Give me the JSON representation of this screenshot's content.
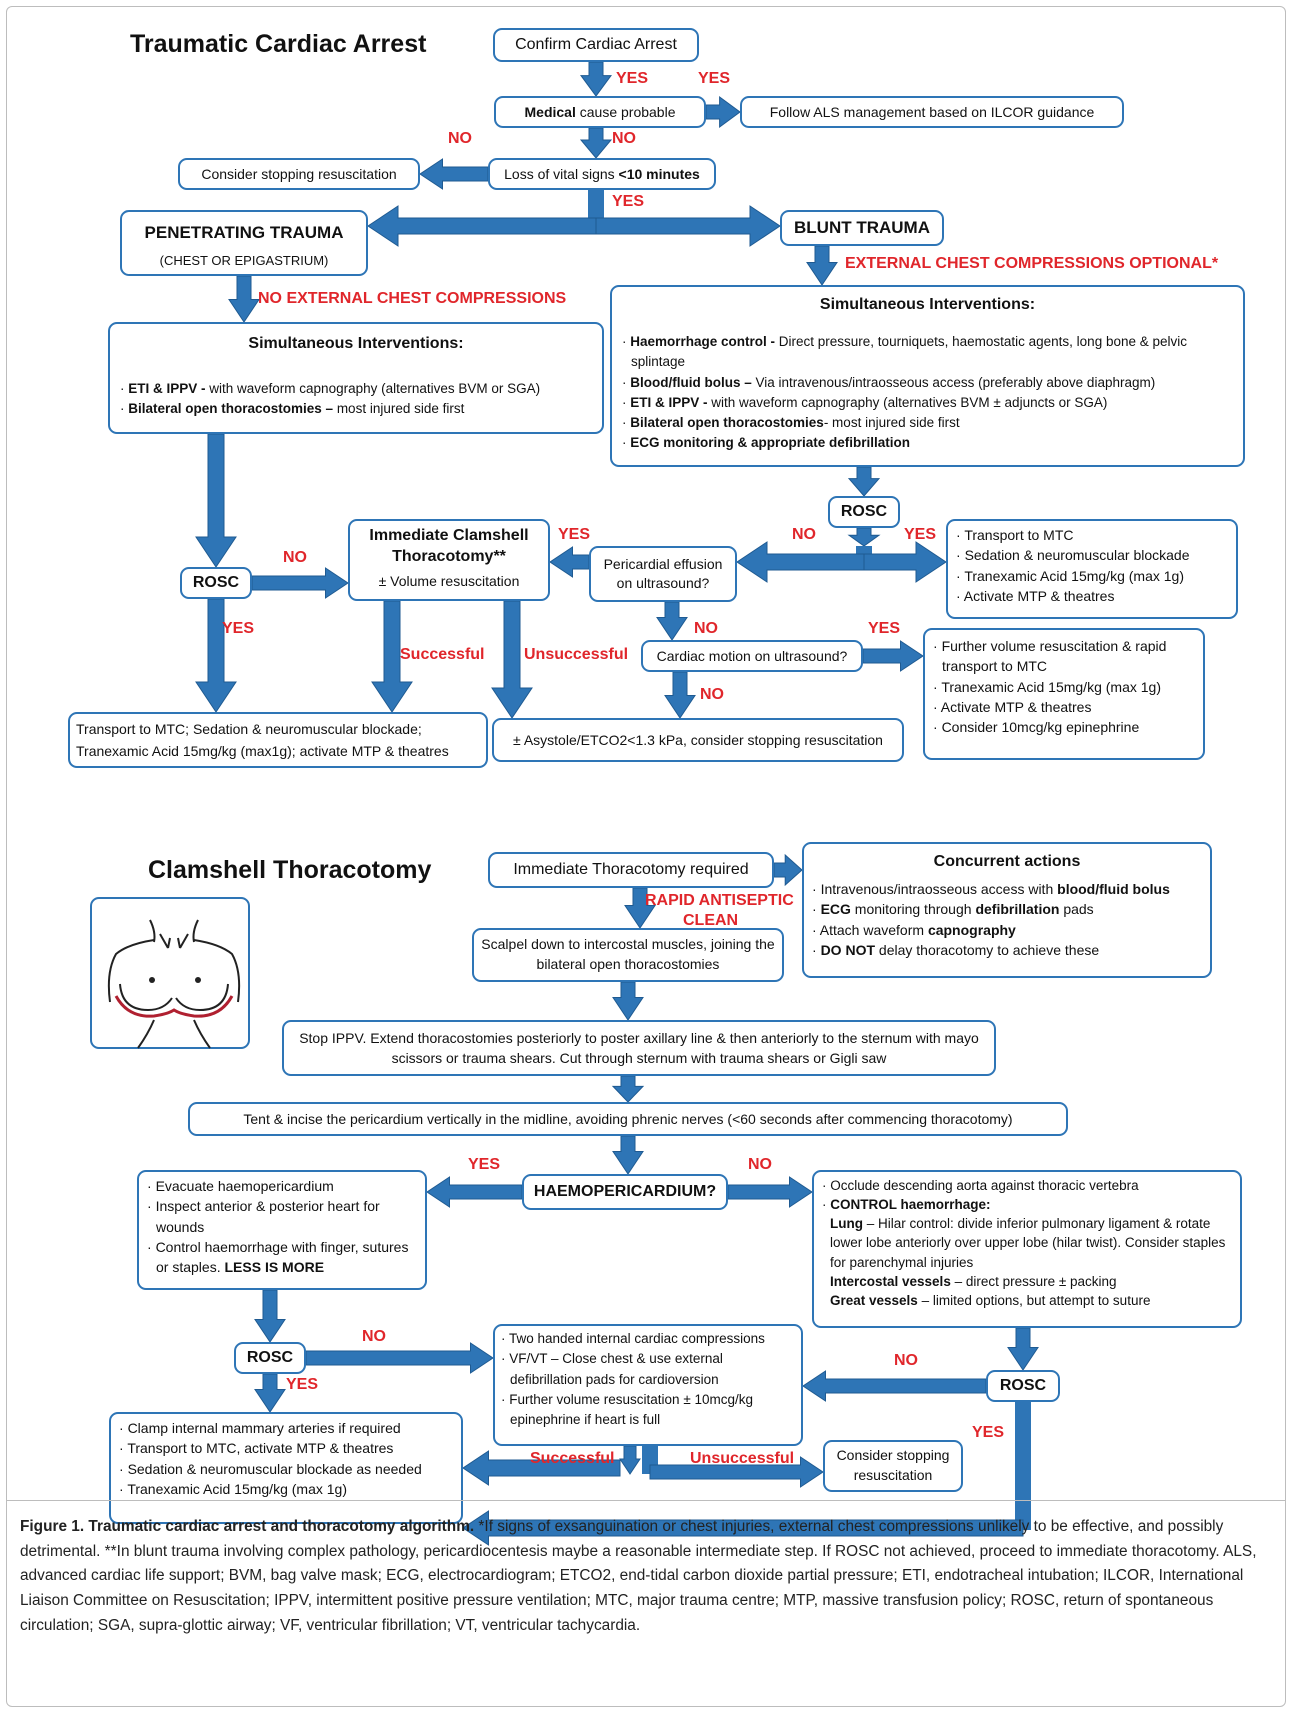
{
  "titles": {
    "arrest": "Traumatic Cardiac Arrest",
    "clamshell": "Clamshell Thoracotomy"
  },
  "arrest": {
    "confirm": "Confirm Cardiac Arrest",
    "medical_bold": "Medical",
    "medical_rest": " cause probable",
    "follow_als": "Follow ALS management based on ILCOR guidance",
    "consider_stop": "Consider stopping resuscitation",
    "loss_vital": "Loss of vital signs ",
    "loss_vital_bold": "<10 minutes",
    "penetrating": "PENETRATING TRAUMA",
    "penetrating_sub": "(CHEST OR EPIGASTRIUM)",
    "blunt": "BLUNT TRAUMA",
    "no_ecc": "NO EXTERNAL CHEST COMPRESSIONS",
    "ecc_optional": "EXTERNAL CHEST COMPRESSIONS OPTIONAL*",
    "left_sim": {
      "header": "Simultaneous Interventions:",
      "items": [
        {
          "b": "ETI & IPPV -",
          "t": " with waveform capnography (alternatives BVM or SGA)"
        },
        {
          "b": "Bilateral open thoracostomies –",
          "t": " most injured side first"
        }
      ]
    },
    "right_sim": {
      "header": "Simultaneous Interventions:",
      "items": [
        {
          "b": "Haemorrhage control -",
          "t": " Direct pressure, tourniquets, haemostatic agents, long bone & pelvic splintage"
        },
        {
          "b": "Blood/fluid bolus –",
          "t": " Via intravenous/intraosseous access (preferably above diaphragm)"
        },
        {
          "b": "ETI & IPPV -",
          "t": " with waveform capnography (alternatives BVM ± adjuncts or SGA)"
        },
        {
          "b": "Bilateral open thoracostomies",
          "t": "- most injured side first"
        },
        {
          "b": "ECG monitoring & appropriate defibrillation",
          "t": ""
        }
      ]
    },
    "rosc": "ROSC",
    "clamshell_title": "Immediate Clamshell Thoracotomy**",
    "clamshell_sub": "± Volume resuscitation",
    "pericardial": "Pericardial effusion on ultrasound?",
    "cardiac_motion": "Cardiac motion on ultrasound?",
    "transport_list": [
      "Transport to MTC",
      "Sedation & neuromuscular blockade",
      "Tranexamic Acid 15mg/kg (max 1g)",
      "Activate MTP & theatres"
    ],
    "further_list": [
      "Further volume resuscitation & rapid transport to MTC",
      "Tranexamic Acid 15mg/kg (max 1g)",
      "Activate MTP & theatres",
      "Consider 10mcg/kg epinephrine"
    ],
    "bottom_left": "Transport to MTC; Sedation & neuromuscular blockade; Tranexamic Acid 15mg/kg (max1g); activate MTP & theatres",
    "asystole": "± Asystole/ETCO2<1.3 kPa, consider stopping resuscitation"
  },
  "labels": {
    "yes": "YES",
    "no": "NO",
    "successful": "Successful",
    "unsuccessful": "Unsuccessful",
    "rapid": "RAPID ANTISEPTIC",
    "clean": "CLEAN"
  },
  "clam": {
    "required": "Immediate Thoracotomy required",
    "concurrent": {
      "header": "Concurrent actions",
      "items": [
        {
          "pre": "Intravenous/intraosseous access with ",
          "b": "blood/fluid bolus",
          "post": ""
        },
        {
          "pre": "",
          "b": "ECG",
          "post": " monitoring through ",
          "b2": "defibrillation",
          "post2": " pads"
        },
        {
          "pre": "Attach waveform ",
          "b": "capnography",
          "post": ""
        },
        {
          "pre": "",
          "b": "DO NOT",
          "post": " delay thoracotomy to achieve these"
        }
      ]
    },
    "scalpel": "Scalpel down to intercostal muscles, joining the bilateral open thoracostomies",
    "stop_ippv": "Stop IPPV. Extend thoracostomies posteriorly to poster axillary line & then anteriorly to the sternum with mayo scissors or trauma shears. Cut through sternum with trauma shears or Gigli saw",
    "tent": "Tent & incise the pericardium vertically in the midline, avoiding phrenic nerves (<60 seconds after commencing thoracotomy)",
    "haemo": "HAEMOPERICARDIUM?",
    "evac_list": [
      "Evacuate haemopericardium",
      "Inspect anterior & posterior heart for wounds"
    ],
    "evac_last_pre": "Control haemorrhage with finger, sutures or staples. ",
    "evac_last_b": "LESS IS MORE",
    "occlude": "Occlude descending aorta against thoracic vertebra",
    "control_b": "CONTROL haemorrhage:",
    "lung_b": "Lung",
    "lung_t": " – Hilar control: divide inferior pulmonary ligament & rotate lower lobe anteriorly over upper lobe (hilar twist). Consider staples for parenchymal injuries",
    "inter_b": "Intercostal vessels",
    "inter_t": " – direct pressure ± packing",
    "great_b": "Great vessels",
    "great_t": " – limited options, but attempt to suture",
    "internal_list": [
      "Two handed internal cardiac compressions",
      "VF/VT – Close chest & use external defibrillation pads for cardioversion",
      "Further volume resuscitation ± 10mcg/kg epinephrine if heart is full"
    ],
    "clamp_list": [
      "Clamp internal mammary arteries if required",
      "Transport to MTC, activate MTP & theatres",
      "Sedation & neuromuscular blockade as needed",
      "Tranexamic Acid 15mg/kg (max 1g)"
    ],
    "consider_stop": "Consider stopping resuscitation"
  },
  "caption": {
    "bold": "Figure 1. Traumatic cardiac arrest and thoracotomy algorithm.",
    "text": " *If signs of exsanguination or chest injuries, external chest compressions unlikely to be effective, and possibly detrimental. **In blunt trauma involving complex pathology, pericardiocentesis maybe a reasonable intermediate step. If ROSC not achieved, proceed to immediate thoracotomy. ALS, advanced cardiac life support; BVM, bag valve mask; ECG, electrocardiogram; ETCO2, end-tidal carbon dioxide partial pressure; ETI, endotracheal intubation; ILCOR, International Liaison Committee on Resuscitation; IPPV, intermittent positive pressure ventilation; MTC, major trauma centre; MTP, massive transfusion policy; ROSC, return of spontaneous circulation; SGA, supra-glottic airway; VF, ventricular fibrillation; VT, ventricular tachycardia."
  },
  "colors": {
    "blue": "#2e75b6",
    "red": "#e0262b",
    "body_line": "#b02030"
  }
}
